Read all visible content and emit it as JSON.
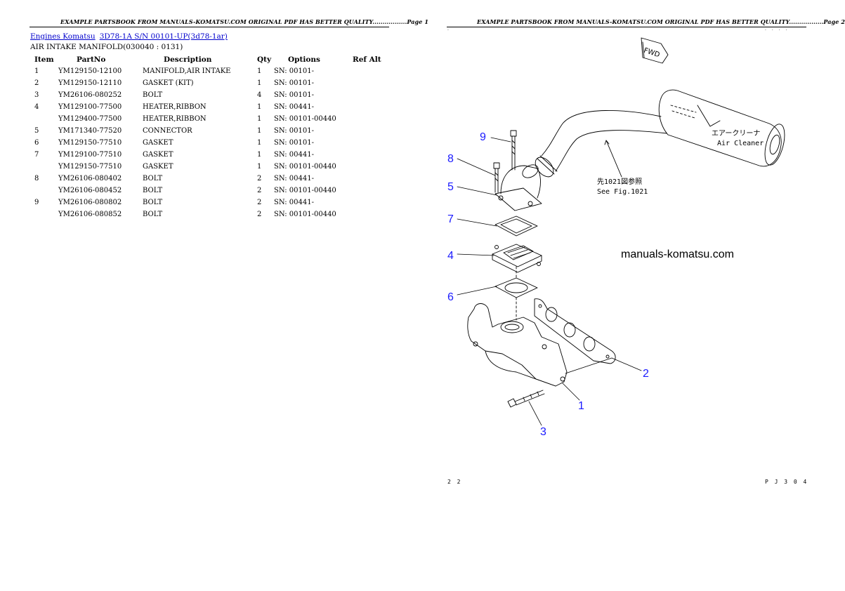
{
  "page1": {
    "header": "EXAMPLE PARTSBOOK FROM MANUALS-KOMATSU.COM ORIGINAL PDF HAS BETTER QUALITY.................Page 1",
    "breadcrumb": {
      "link1": "Engines Komatsu",
      "link2": "3D78-1A S/N 00101-UP(3d78-1ar)"
    },
    "section_title": "AIR INTAKE MANIFOLD(030040 : 0131)",
    "table": {
      "headers": [
        "Item",
        "PartNo",
        "Description",
        "Qty",
        "Options",
        "Ref Alt"
      ],
      "rows": [
        {
          "item": "1",
          "partno": "YM129150-12100",
          "desc": "MANIFOLD,AIR INTAKE",
          "qty": "1",
          "options": "SN: 00101-",
          "ref": ""
        },
        {
          "item": "2",
          "partno": "YM129150-12110",
          "desc": "GASKET (KIT)",
          "qty": "1",
          "options": "SN: 00101-",
          "ref": ""
        },
        {
          "item": "3",
          "partno": "YM26106-080252",
          "desc": "BOLT",
          "qty": "4",
          "options": "SN: 00101-",
          "ref": ""
        },
        {
          "item": "4",
          "partno": "YM129100-77500",
          "desc": "HEATER,RIBBON",
          "qty": "1",
          "options": "SN: 00441-",
          "ref": ""
        },
        {
          "item": "",
          "partno": "YM129400-77500",
          "desc": "HEATER,RIBBON",
          "qty": "1",
          "options": "SN: 00101-00440",
          "ref": ""
        },
        {
          "item": "5",
          "partno": "YM171340-77520",
          "desc": "CONNECTOR",
          "qty": "1",
          "options": "SN: 00101-",
          "ref": ""
        },
        {
          "item": "6",
          "partno": "YM129150-77510",
          "desc": "GASKET",
          "qty": "1",
          "options": "SN: 00101-",
          "ref": ""
        },
        {
          "item": "7",
          "partno": "YM129100-77510",
          "desc": "GASKET",
          "qty": "1",
          "options": "SN: 00441-",
          "ref": ""
        },
        {
          "item": "",
          "partno": "YM129150-77510",
          "desc": "GASKET",
          "qty": "1",
          "options": "SN: 00101-00440",
          "ref": ""
        },
        {
          "item": "8",
          "partno": "YM26106-080402",
          "desc": "BOLT",
          "qty": "2",
          "options": "SN: 00441-",
          "ref": ""
        },
        {
          "item": "",
          "partno": "YM26106-080452",
          "desc": "BOLT",
          "qty": "2",
          "options": "SN: 00101-00440",
          "ref": ""
        },
        {
          "item": "9",
          "partno": "YM26106-080802",
          "desc": "BOLT",
          "qty": "2",
          "options": "SN: 00441-",
          "ref": ""
        },
        {
          "item": "",
          "partno": "YM26106-080852",
          "desc": "BOLT",
          "qty": "2",
          "options": "SN: 00101-00440",
          "ref": ""
        }
      ]
    }
  },
  "page2": {
    "header": "EXAMPLE PARTSBOOK FROM MANUALS-KOMATSU.COM ORIGINAL PDF HAS BETTER QUALITY.................Page 2",
    "diagram": {
      "callouts": [
        "9",
        "8",
        "5",
        "7",
        "4",
        "6",
        "2",
        "1",
        "3"
      ],
      "fwd_label": "FWD",
      "air_cleaner_jp": "エアークリーナ",
      "air_cleaner_en": "Air Cleaner",
      "see_fig_jp": "先1021図参照",
      "see_fig_en": "See Fig.1021",
      "watermark": "manuals-komatsu.com"
    },
    "footer_left": "2 2",
    "footer_right": "P J 3 0 4"
  },
  "colors": {
    "link": "#0000cc",
    "callout": "#1a1aff",
    "ink": "#000000"
  }
}
